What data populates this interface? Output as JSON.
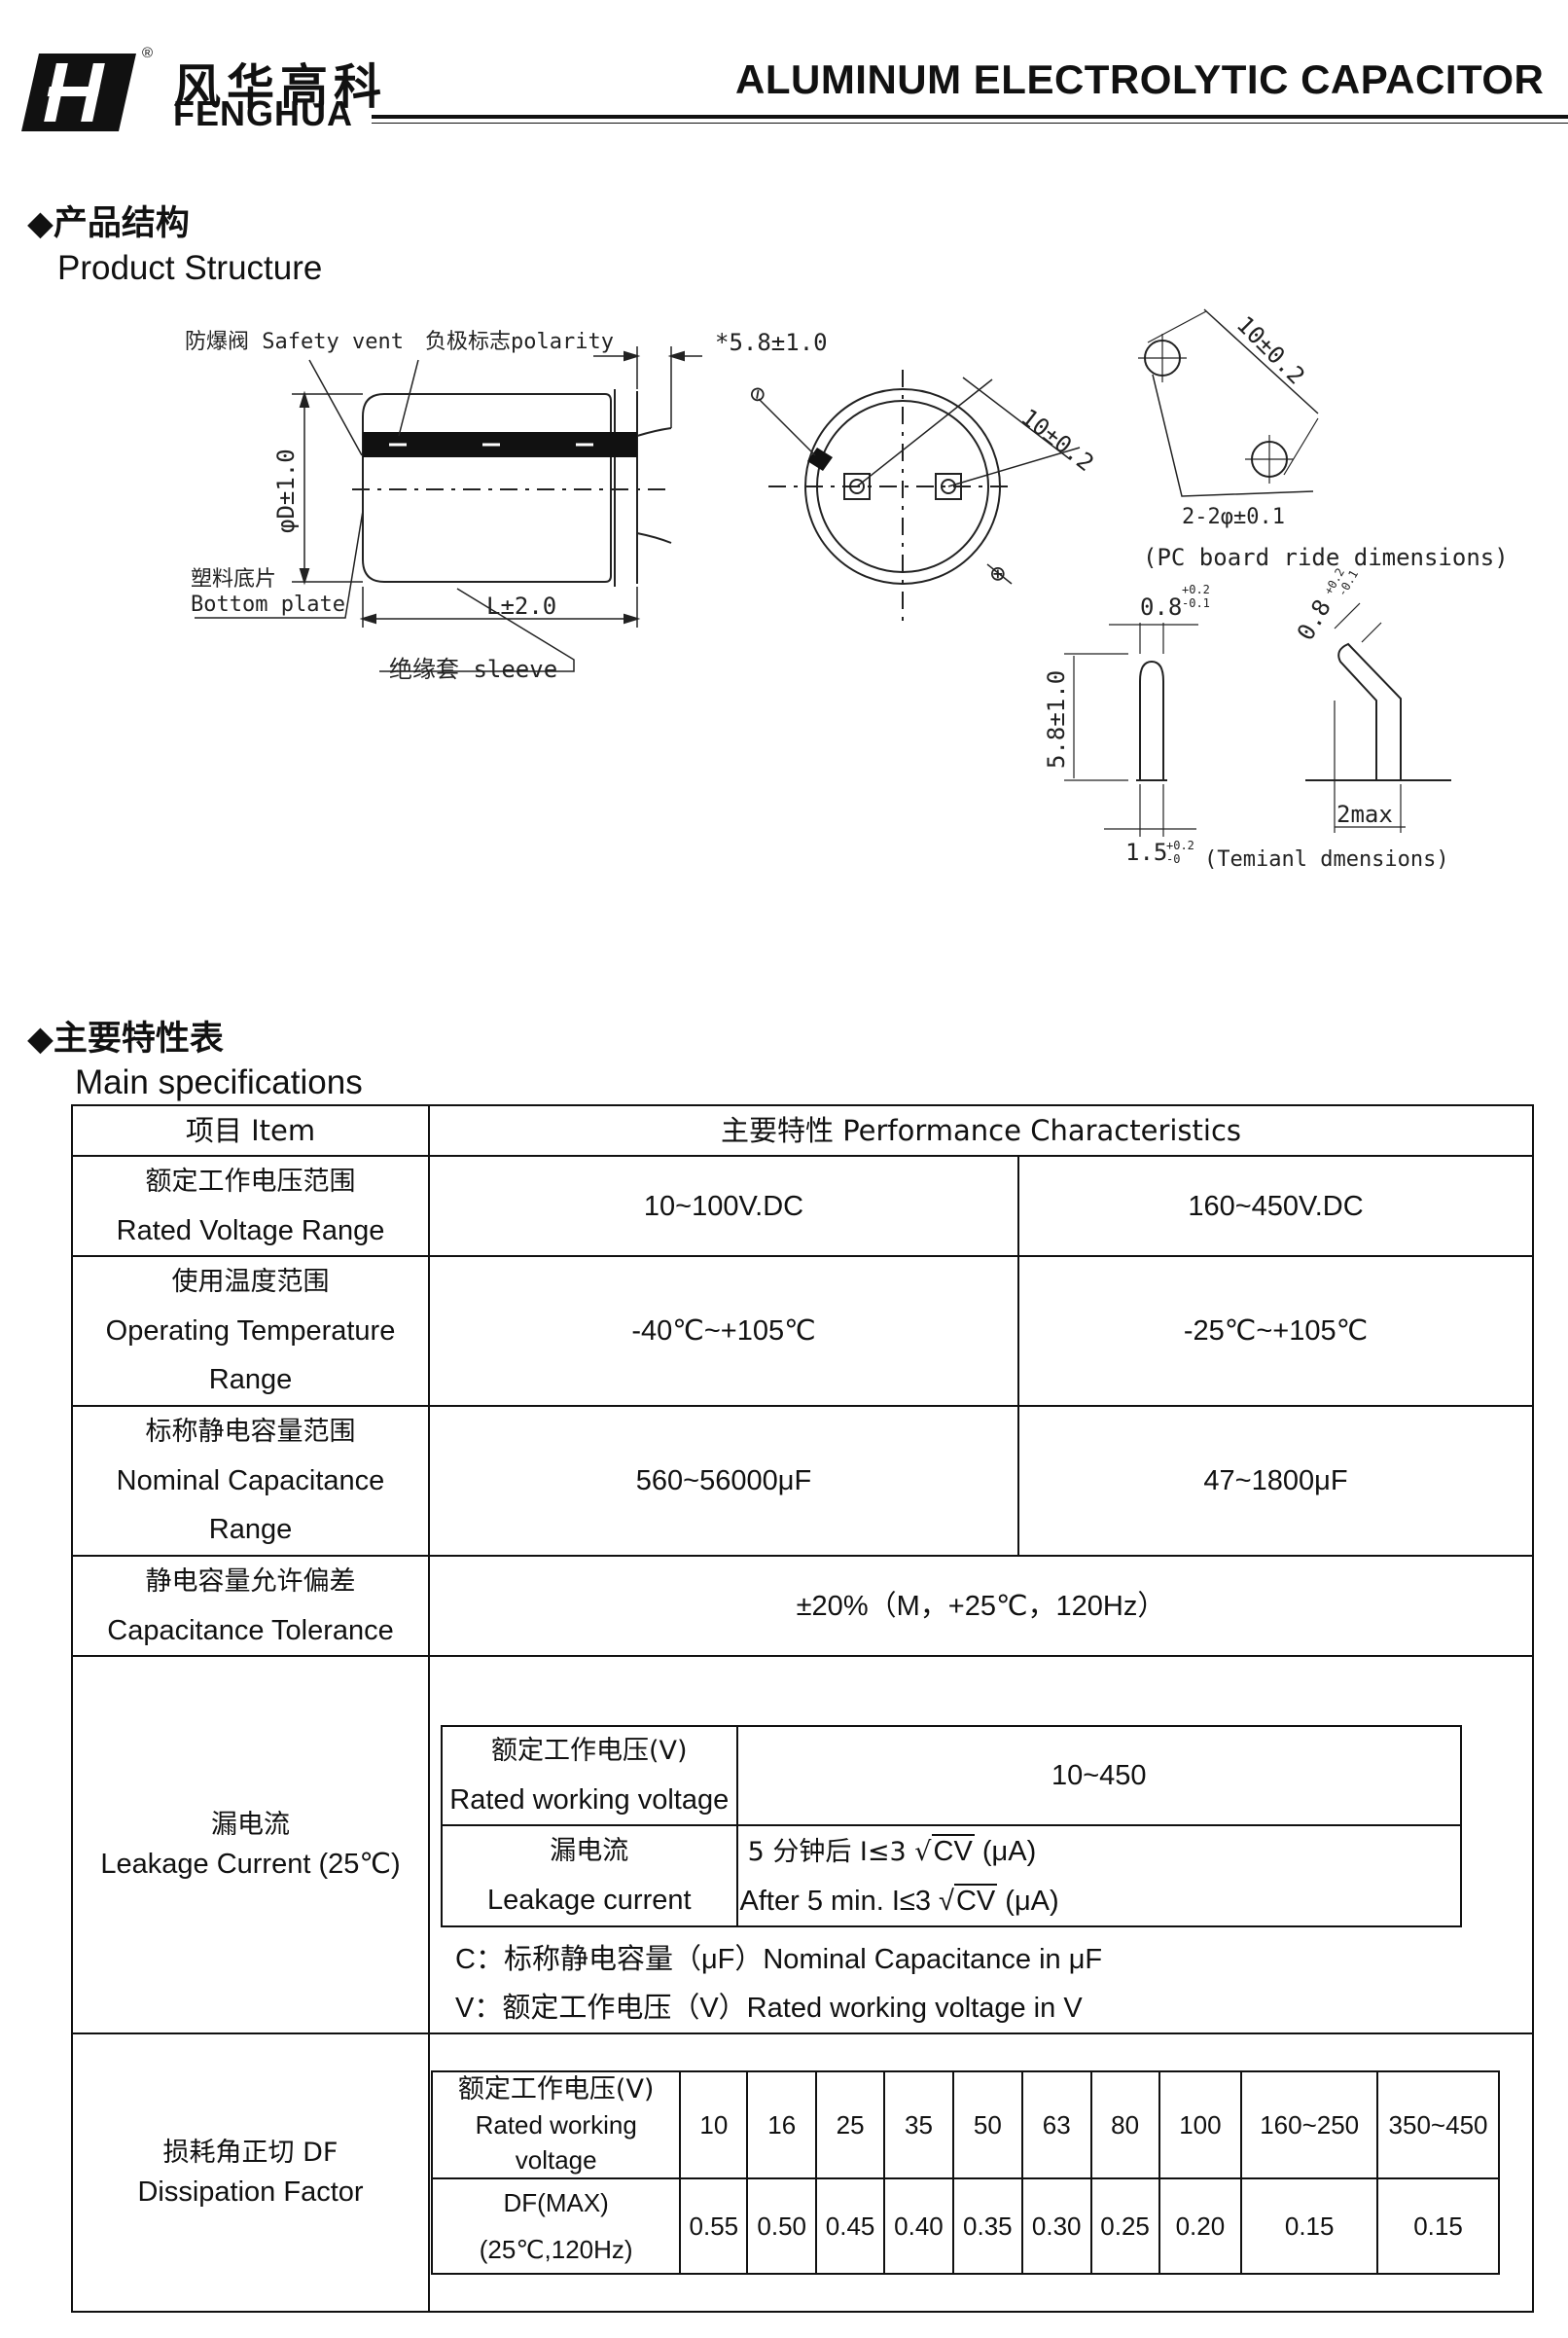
{
  "header": {
    "brand_cn": "风华高科",
    "brand_en": "FENGHUA",
    "registered": "®",
    "title": "ALUMINUM ELECTROLYTIC CAPACITOR"
  },
  "structure_section": {
    "heading_cn": "◆产品结构",
    "heading_en": "Product Structure",
    "labels": {
      "safety_vent": "防爆阀 Safety vent",
      "polarity": "负极标志polarity",
      "lead_length": "*5.8±1.0",
      "diameter": "φD±1.0",
      "bottom_plate_cn": "塑料底片",
      "bottom_plate_en": "Bottom plate",
      "length": "L±2.0",
      "sleeve": "绝缘套  sleeve",
      "pitch_top": "10±0.2",
      "minus_sign": "⊖",
      "plus_sign": "⊕",
      "pitch_pcb": "10±0.2",
      "hole": "2-2φ±0.1",
      "pcb_caption": "(PC board ride dimensions)",
      "pin_width": "0.8",
      "pin_width_tol_plus": "+0.2",
      "pin_width_tol_minus": "-0.1",
      "pin_height": "5.8±1.0",
      "pin_base": "1.5",
      "pin_base_tol_plus": "+0.2",
      "pin_base_tol_minus": "-0",
      "terminal_caption": "(Temianl dmensions)",
      "bent_width": "0.8",
      "bent_tol_plus": "+0.2",
      "bent_tol_minus": "-0.1",
      "bent_max": "2max"
    }
  },
  "spec_section": {
    "heading_cn": "◆主要特性表",
    "heading_en": "Main specifications",
    "header_item": "项目 Item",
    "header_perf": "主要特性 Performance Characteristics",
    "rows": {
      "rated_voltage": {
        "cn": "额定工作电压范围",
        "en": "Rated Voltage Range",
        "low": "10~100V.DC",
        "high": "160~450V.DC"
      },
      "temperature": {
        "cn": "使用温度范围",
        "en1": "Operating Temperature",
        "en2": "Range",
        "low": "-40℃~+105℃",
        "high": "-25℃~+105℃"
      },
      "capacitance": {
        "cn": "标称静电容量范围",
        "en1": "Nominal Capacitance",
        "en2": "Range",
        "low": "560~56000μF",
        "high": "47~1800μF"
      },
      "tolerance": {
        "cn": "静电容量允许偏差",
        "en": "Capacitance Tolerance",
        "value": "±20%（M，+25℃，120Hz）"
      },
      "leakage": {
        "cn": "漏电流",
        "en": "Leakage Current (25℃)",
        "inner": {
          "voltage_cn": "额定工作电压(V)",
          "voltage_en": "Rated working voltage",
          "voltage_value": "10~450",
          "current_cn": "漏电流",
          "current_en": "Leakage current",
          "formula_cn_pre": "5 分钟后 I≤3 √",
          "formula_cn_cv": "CV",
          "formula_cn_post": " (μA)",
          "formula_en_pre": "After 5 min. I≤3 √",
          "formula_en_cv": "CV",
          "formula_en_post": " (μA)"
        },
        "note_c": "C：标称静电容量（μF）Nominal Capacitance in μF",
        "note_v": "V：额定工作电压（V）Rated working voltage in V"
      },
      "dissipation": {
        "cn": "损耗角正切 DF",
        "en": "Dissipation Factor",
        "voltage_cn": "额定工作电压(V)",
        "voltage_en": "Rated working voltage",
        "df_label": "DF(MAX)",
        "df_cond": "(25℃,120Hz)",
        "voltages": [
          "10",
          "16",
          "25",
          "35",
          "50",
          "63",
          "80",
          "100",
          "160~250",
          "350~450"
        ],
        "values": [
          "0.55",
          "0.50",
          "0.45",
          "0.40",
          "0.35",
          "0.30",
          "0.25",
          "0.20",
          "0.15",
          "0.15"
        ]
      }
    }
  }
}
